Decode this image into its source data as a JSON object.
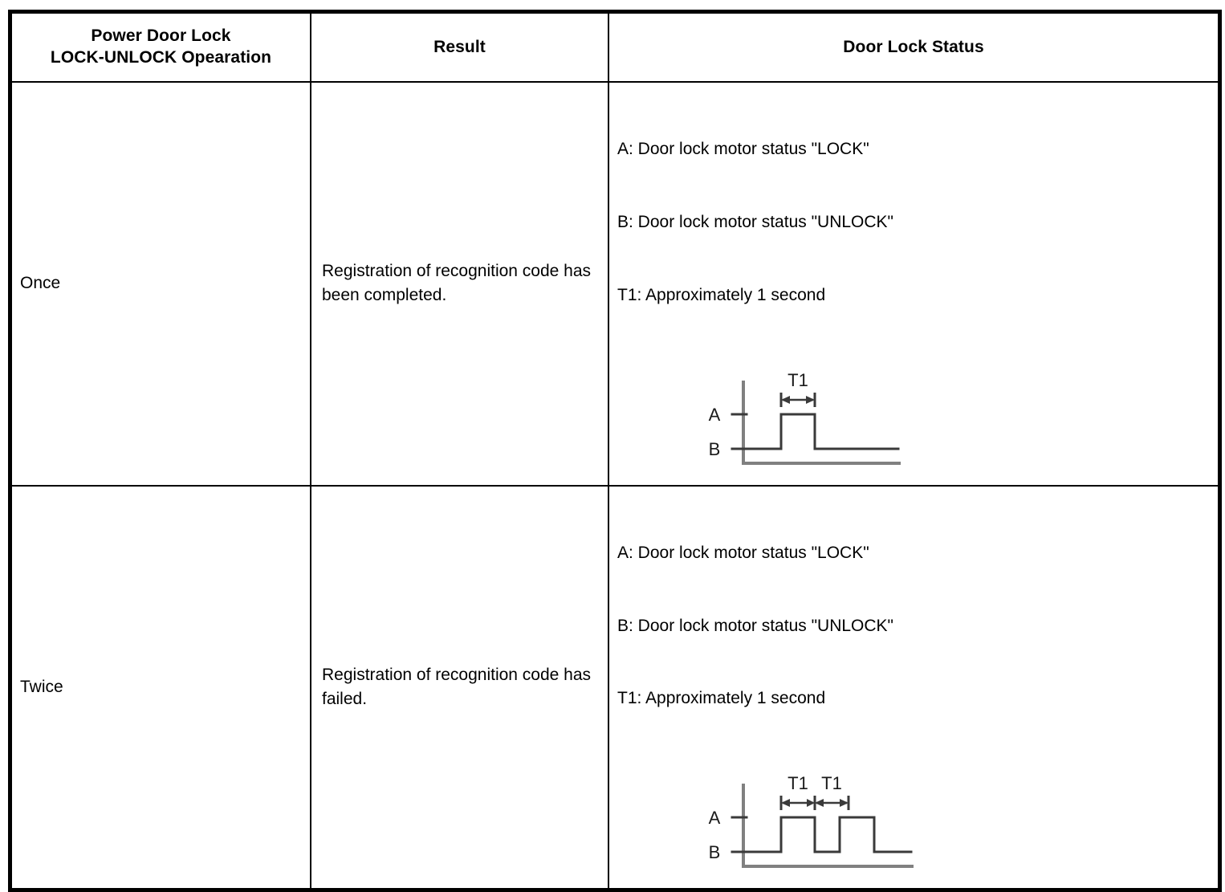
{
  "table": {
    "headers": [
      {
        "name": "operation",
        "lines": [
          "Power Door Lock",
          "LOCK-UNLOCK Opearation"
        ]
      },
      {
        "name": "result",
        "lines": [
          "Result"
        ]
      },
      {
        "name": "door-lock-status",
        "lines": [
          "Door Lock Status"
        ]
      }
    ],
    "rows": [
      {
        "operation": "Once",
        "result": "Registration of recognition code has been completed.",
        "status": {
          "legend": [
            "A: Door lock motor status \"LOCK\"",
            "B: Door lock motor status \"UNLOCK\"",
            "T1: Approximately 1 second"
          ],
          "diagram": {
            "name": "timing-diagram-single-pulse",
            "axis_labels": [
              "A",
              "B"
            ],
            "interval_labels": [
              "T1"
            ],
            "pulse_count": 1
          }
        }
      },
      {
        "operation": "Twice",
        "result": "Registration of recognition code has failed.",
        "status": {
          "legend": [
            "A: Door lock motor status \"LOCK\"",
            "B: Door lock motor status \"UNLOCK\"",
            "T1: Approximately 1 second"
          ],
          "diagram": {
            "name": "timing-diagram-double-pulse",
            "axis_labels": [
              "A",
              "B"
            ],
            "interval_labels": [
              "T1",
              "T1"
            ],
            "pulse_count": 2
          }
        }
      }
    ]
  },
  "colors": {
    "border": "#000000",
    "waveform": "#3a3a3a",
    "axis": "#808080",
    "background": "#ffffff",
    "text": "#000000"
  }
}
